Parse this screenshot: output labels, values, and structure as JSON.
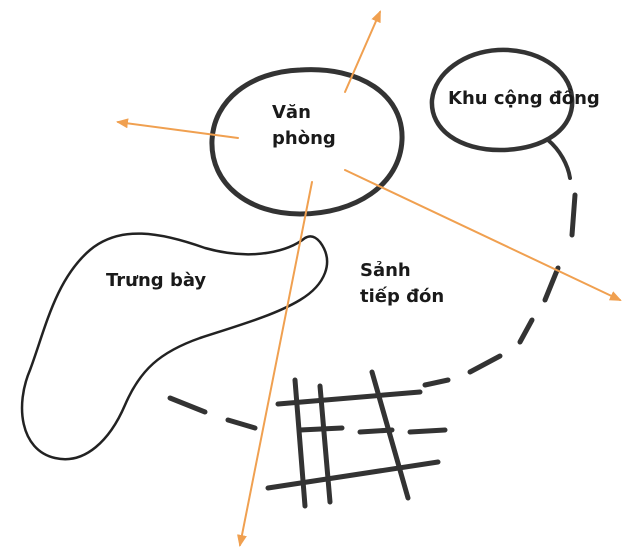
{
  "zones": {
    "office": {
      "lines": [
        "Văn",
        "phòng"
      ]
    },
    "community": {
      "lines": [
        "Khu cộng đồng"
      ]
    },
    "display": {
      "lines": [
        "Trưng bày"
      ]
    },
    "lobby": {
      "lines": [
        "Sảnh",
        "tiếp đón"
      ]
    }
  },
  "colors": {
    "sketch_stroke": "#333333",
    "axis_arrow": "#f0a050",
    "label_text": "#1a1a1a",
    "background": "#ffffff"
  }
}
